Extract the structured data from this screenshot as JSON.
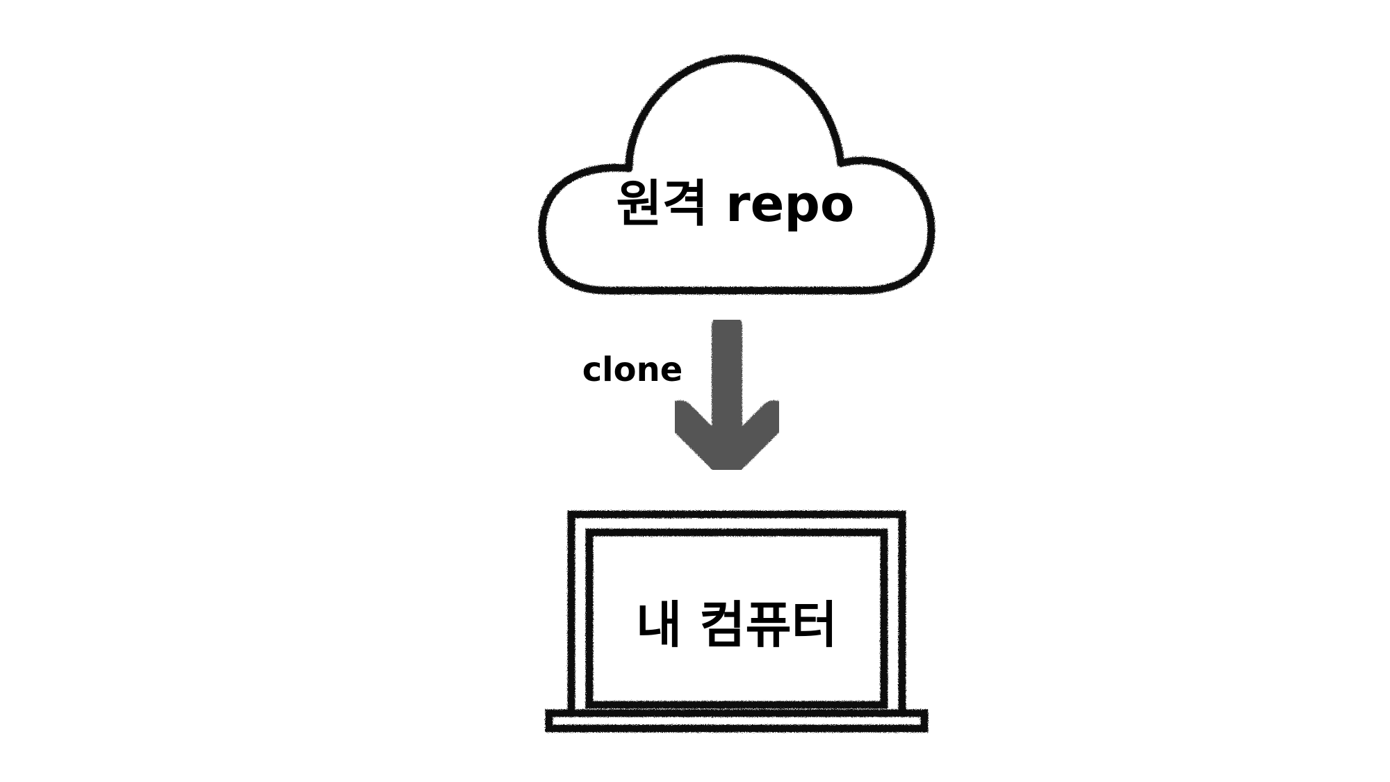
{
  "diagram": {
    "remote": {
      "label": "원격 repo"
    },
    "local": {
      "label": "내 컴퓨터"
    },
    "arrow": {
      "label": "clone"
    }
  },
  "colors": {
    "outline": "#111111",
    "arrow": "#555555",
    "text": "#000000",
    "background": "#ffffff"
  }
}
